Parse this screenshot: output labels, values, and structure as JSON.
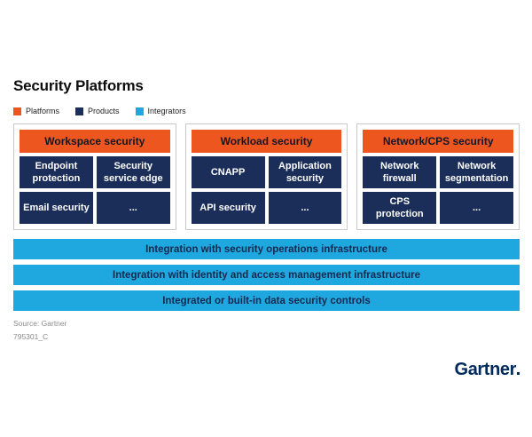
{
  "title": "Security Platforms",
  "legend": {
    "items": [
      {
        "label": "Platforms",
        "color": "#ED561F"
      },
      {
        "label": "Products",
        "color": "#1B2E5A"
      },
      {
        "label": "Integrators",
        "color": "#1FA8E0"
      }
    ]
  },
  "platforms": [
    {
      "header": "Workspace security",
      "cells": [
        "Endpoint protection",
        "Security service edge",
        "Email security",
        "..."
      ]
    },
    {
      "header": "Workload security",
      "cells": [
        "CNAPP",
        "Application security",
        "API security",
        "..."
      ]
    },
    {
      "header": "Network/CPS security",
      "cells": [
        "Network firewall",
        "Network segmentation",
        "CPS protection",
        "..."
      ]
    }
  ],
  "integrators": [
    "Integration with security operations infrastructure",
    "Integration with identity and access management infrastructure",
    "Integrated or built-in data security controls"
  ],
  "source": {
    "line1": "Source: Gartner",
    "line2": "795301_C"
  },
  "footer": {
    "logo": "Gartner"
  },
  "colors": {
    "platform_orange": "#ED561F",
    "product_navy": "#1B2E5A",
    "integrator_blue": "#1FA8E0",
    "logo_navy": "#002A5C"
  }
}
